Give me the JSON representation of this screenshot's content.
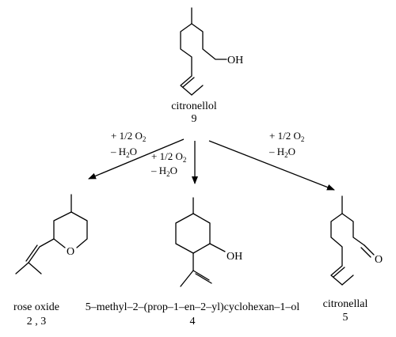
{
  "start": {
    "name": "citronellol",
    "number": "9",
    "oh_label": "OH"
  },
  "conditions": {
    "left": {
      "oxidant": "+ 1/2 O",
      "sub": "2",
      "byproduct": "– H",
      "byproduct_sub": "2",
      "byproduct_tail": "O"
    },
    "middle": {
      "oxidant": "+ 1/2 O",
      "sub": "2",
      "byproduct": "– H",
      "byproduct_sub": "2",
      "byproduct_tail": "O"
    },
    "right": {
      "oxidant": "+ 1/2 O",
      "sub": "2",
      "byproduct": "– H",
      "byproduct_sub": "2",
      "byproduct_tail": "O"
    }
  },
  "products": [
    {
      "name": "rose oxide",
      "number": "2 , 3",
      "atom_label": "O"
    },
    {
      "name": "5–methyl–2–(prop–1–en–2–yl)cyclohexan–1–ol",
      "number": "4",
      "atom_label": "OH"
    },
    {
      "name": "citronellal",
      "number": "5",
      "atom_label": "O"
    }
  ]
}
